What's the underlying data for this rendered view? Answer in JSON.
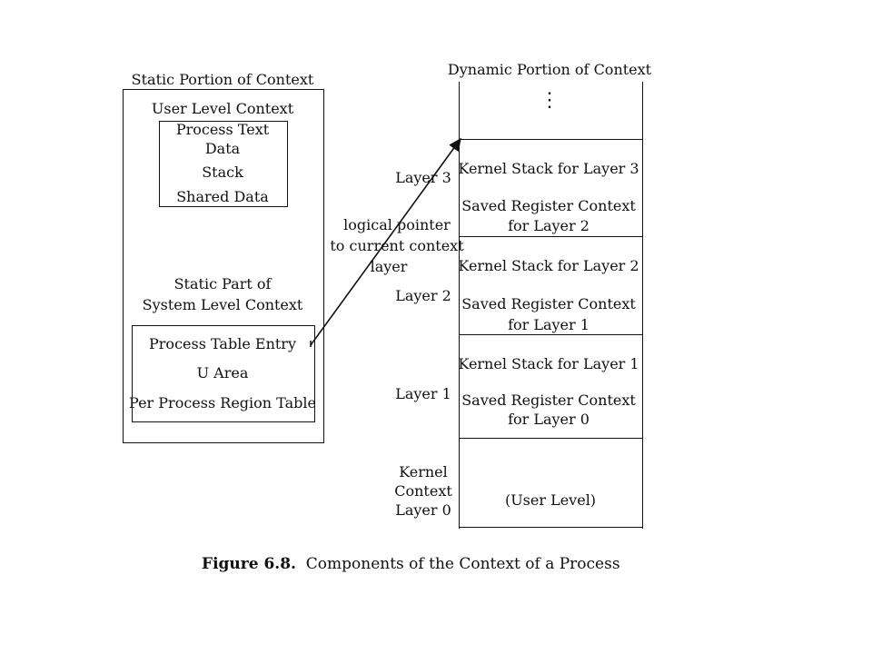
{
  "static_portion": {
    "title": "Static Portion of Context",
    "user_level_context": "User Level Context",
    "user_items": [
      "Process Text",
      "Data",
      "Stack",
      "Shared Data"
    ],
    "system_static_line1": "Static Part of",
    "system_static_line2": "System Level Context",
    "system_items": [
      "Process Table Entry",
      "U Area",
      "Per Process Region Table"
    ]
  },
  "pointer_label": [
    "logical pointer",
    "to current context",
    "layer"
  ],
  "dynamic_portion": {
    "title": "Dynamic Portion of Context",
    "dots": "⋮",
    "layers": [
      {
        "label": "Layer 3",
        "kernel_stack": "Kernel Stack for Layer 3",
        "saved_line1": "Saved Register Context",
        "saved_line2": "for Layer 2"
      },
      {
        "label": "Layer 2",
        "kernel_stack": "Kernel Stack for Layer 2",
        "saved_line1": "Saved Register Context",
        "saved_line2": "for Layer 1"
      },
      {
        "label": "Layer 1",
        "kernel_stack": "Kernel Stack for Layer 1",
        "saved_line1": "Saved Register Context",
        "saved_line2": "for Layer 0"
      }
    ],
    "layer0_label": [
      "Kernel",
      "Context",
      "Layer 0"
    ],
    "layer0_content": "(User Level)"
  },
  "caption": {
    "figure_number": "Figure 6.8.",
    "text": "Components of the Context of a Process"
  }
}
